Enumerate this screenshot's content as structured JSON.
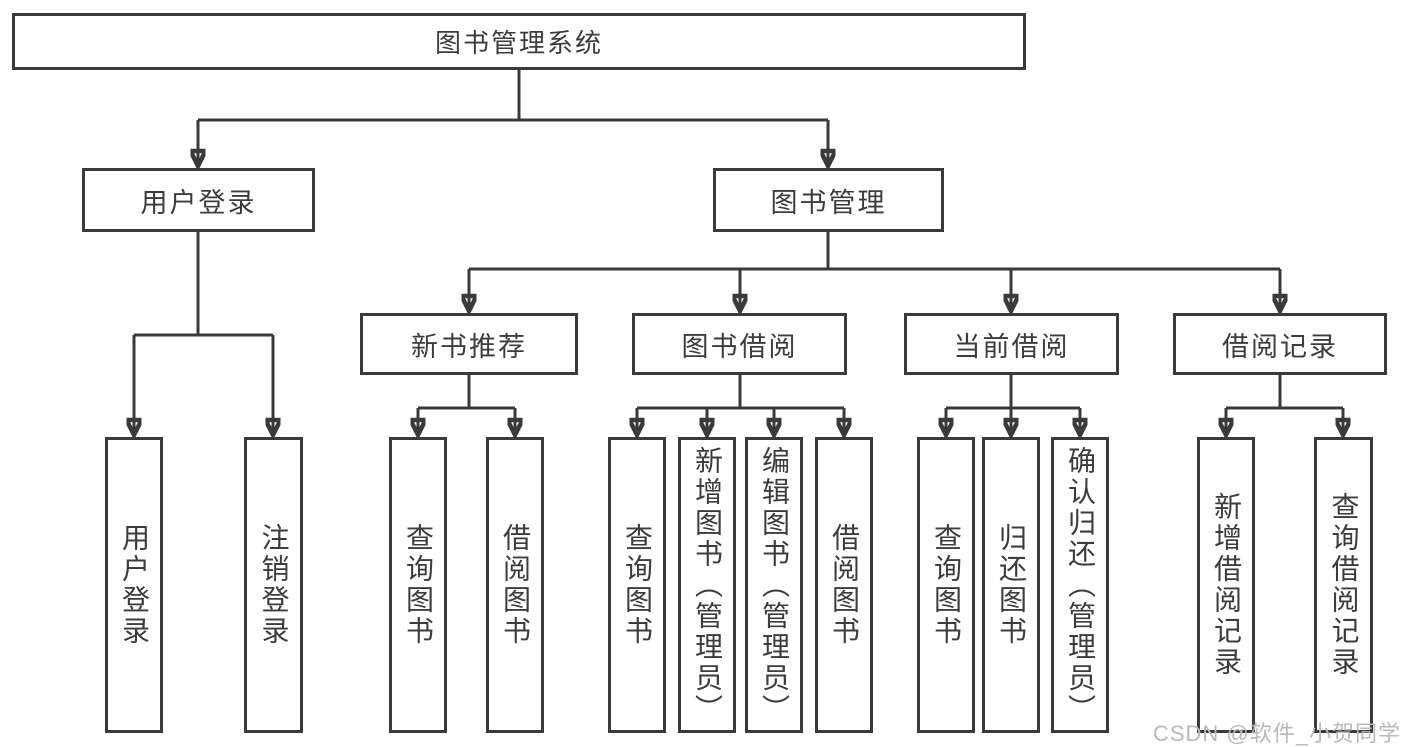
{
  "tree": {
    "root_label": "图书管理系统",
    "branches": [
      {
        "label": "用户登录",
        "leaves": [
          "用户登录",
          "注销登录"
        ]
      },
      {
        "label": "图书管理",
        "groups": [
          {
            "label": "新书推荐",
            "leaves": [
              "查询图书",
              "借阅图书"
            ]
          },
          {
            "label": "图书借阅",
            "leaves": [
              "查询图书",
              "新增图书（管理员）",
              "编辑图书（管理员）",
              "借阅图书"
            ]
          },
          {
            "label": "当前借阅",
            "leaves": [
              "查询图书",
              "归还图书",
              "确认归还（管理员）"
            ]
          },
          {
            "label": "借阅记录",
            "leaves": [
              "新增借阅记录",
              "查询借阅记录"
            ]
          }
        ]
      }
    ]
  },
  "watermark": "CSDN @软件_小贺同学",
  "colors": {
    "line": "#3a3a3a",
    "text": "#3c3c3c",
    "background": "#ffffff",
    "watermark": "#b9b9b9"
  }
}
